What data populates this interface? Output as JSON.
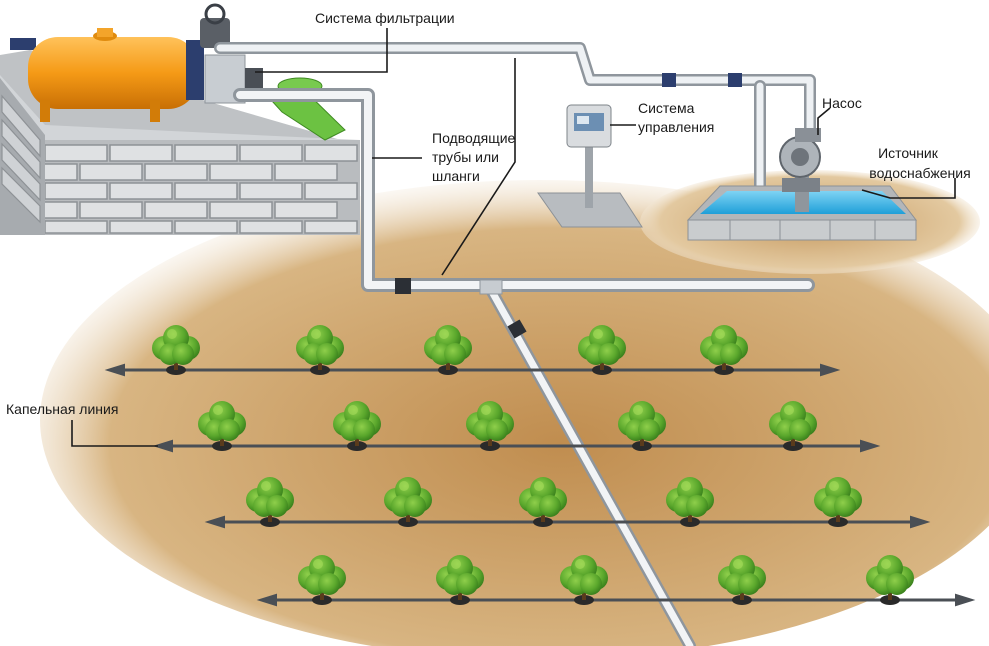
{
  "labels": {
    "filtration": "Система фильтрации",
    "supply_line1": "Подводящие",
    "supply_line2": "трубы или",
    "supply_line3": "шланги",
    "control_line1": "Система",
    "control_line2": "управления",
    "pump": "Насос",
    "source_line1": "Источник",
    "source_line2": "водоснабжения",
    "drip_line": "Капельная линия"
  },
  "colors": {
    "soil": "#c9a066",
    "pipe": "#d5d9de",
    "tank": "#f7a21c",
    "water": "#3cb6e8",
    "foliage": "#5dab2e",
    "brick": "#c7c9cb"
  }
}
